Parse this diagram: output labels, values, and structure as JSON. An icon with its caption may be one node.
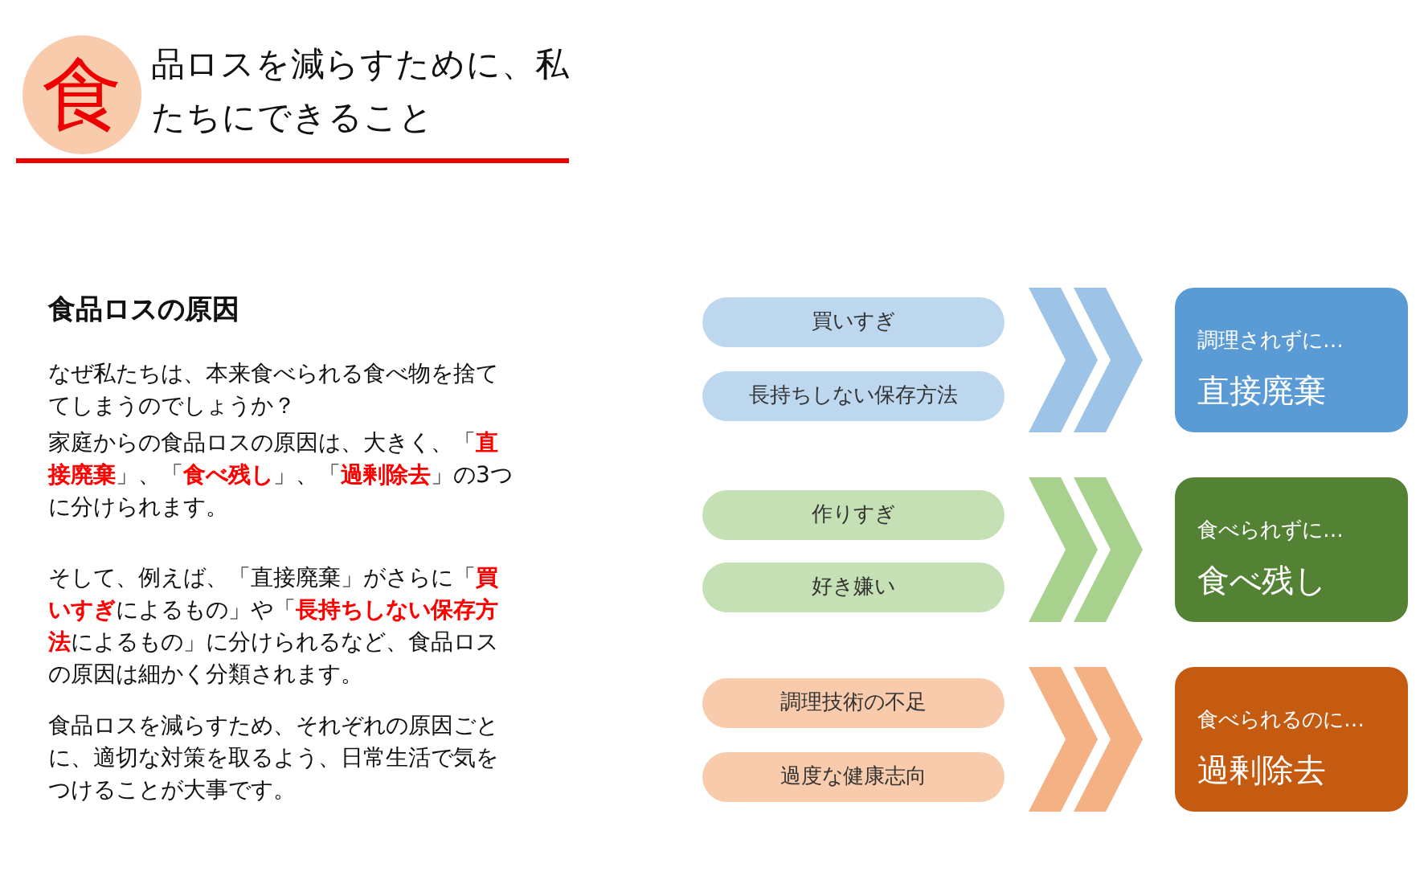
{
  "diagram": {
    "title": "食品ロスを減らすために、私たちにできること",
    "nodes": [
      {
        "text": [
          "買いすぎ"
        ]
      },
      {
        "text": [
          "長持ちしない保存方法"
        ]
      },
      {
        "text": [
          "調理されずに…",
          "直接廃棄"
        ]
      },
      {
        "text": [
          "作りすぎ"
        ]
      },
      {
        "text": [
          "好き嫌い"
        ]
      },
      {
        "text": [
          "食べられずに…",
          "食べ残し"
        ]
      },
      {
        "text": [
          "調理技術の不足"
        ]
      },
      {
        "text": [
          "過度な健康志向"
        ]
      },
      {
        "text": [
          "食べられるのに…",
          "過剰除去"
        ]
      }
    ],
    "edges": [
      {
        "from": 0,
        "to": 2,
        "arrow": "to",
        "color": "#9dc3e6"
      },
      {
        "from": 1,
        "to": 2,
        "arrow": "to",
        "color": "#9dc3e6"
      },
      {
        "from": 3,
        "to": 5,
        "arrow": "to",
        "color": "#a9d18e"
      },
      {
        "from": 4,
        "to": 5,
        "arrow": "to",
        "color": "#a9d18e"
      },
      {
        "from": 6,
        "to": 8,
        "arrow": "to",
        "color": "#f4b183"
      },
      {
        "from": 7,
        "to": 8,
        "arrow": "to",
        "color": "#f4b183"
      }
    ],
    "labels": [
      "食品ロスの原因",
      "なぜ私たちは、本来食べられる食べ物を捨ててしまうのでしょうか？",
      "家庭からの食品ロスの原因は、大きく、「**直接廃棄**」、「**食べ残し**」、「**過剰除去**」の3つに分けられます。",
      "そして、例えば、「直接廃棄」がさらに「**買いすぎ**によるもの」や「**長持ちしない保存方法**によるもの」に分けられるなど、食品ロスの原因は細かく分類されます。",
      "食品ロスを減らすため、それぞれの原因ごとに、適切な対策を取るよう、日常生活で気をつけることが大事です。"
    ]
  }
}
